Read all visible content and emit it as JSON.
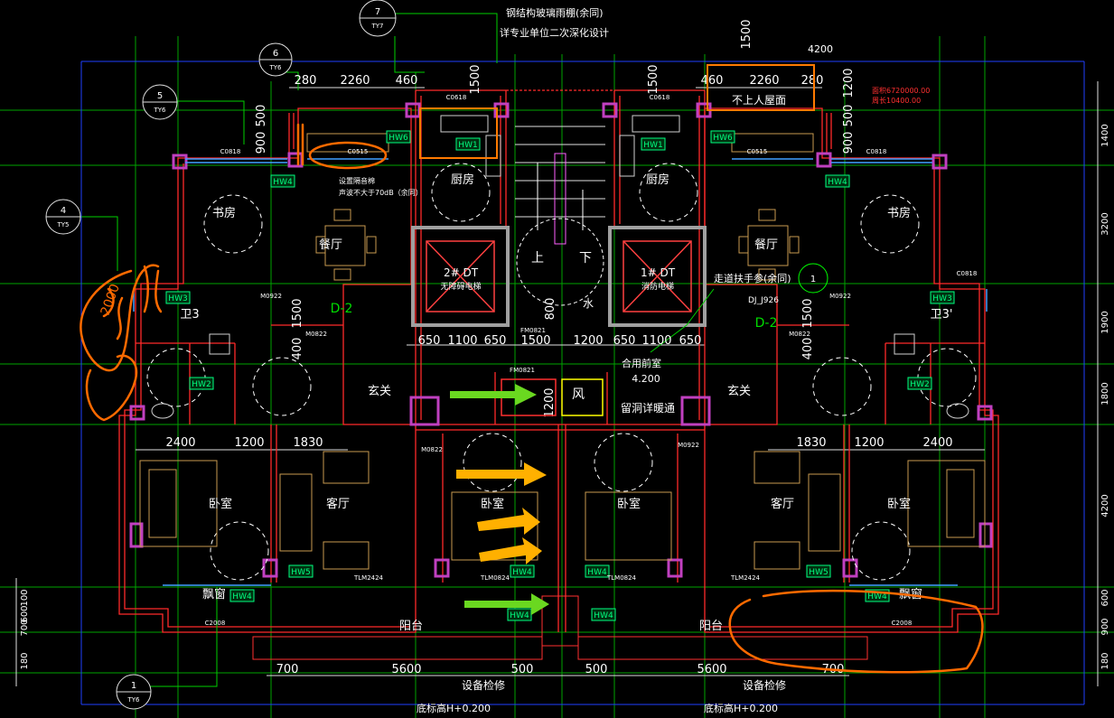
{
  "colors": {
    "background": "#000000",
    "wall": "#ff2020",
    "axis": "#00cc00",
    "dimension": "#ffffff",
    "furniture": "#c8a060",
    "column": "#b040b0",
    "window": "#40a0ff",
    "tag": "#00ff80",
    "markup_orange": "#ff6a00",
    "arrow_green": "#66e020",
    "arrow_yellow": "#ffb000"
  },
  "notes": {
    "canopy": "钢结构玻璃雨棚(余同)",
    "design": "详专业单位二次深化设计",
    "handrail": "走道扶手参(余同)",
    "handrail_ref": "DJ_J926",
    "no_roof": "不上人屋面",
    "fan_note": "留洞详暖通",
    "coords1": "面积6720000.00",
    "coords2": "周长10400.00",
    "stove_note": "设置隔音棉",
    "stove_note2": "声波不大于70dB（余同）"
  },
  "rooms": {
    "kitchen_l": "厨房",
    "kitchen_r": "厨房",
    "study_l": "书房",
    "study_r": "书房",
    "dining_l": "餐厅",
    "dining_r": "餐厅",
    "wc_l": "卫3",
    "wc_r": "卫3'",
    "foyer_l": "玄关",
    "foyer_r": "玄关",
    "bed1": "卧室",
    "bed2": "卧室",
    "bed3": "卧室",
    "bed4": "卧室",
    "living_l": "客厅",
    "living_r": "客厅",
    "balcony_l": "阳台",
    "balcony_r": "阳台",
    "bay_l": "飘窗",
    "bay_r": "飘窗",
    "lobby": "合用前室",
    "lobby_elev": "4.200",
    "well": "水",
    "fan": "风",
    "stair_up": "上",
    "stair_down": "下",
    "elev_l": "2# DT",
    "elev_l_sub": "无障碍电梯",
    "elev_r": "1# DT",
    "elev_r_sub": "消防电梯",
    "unit_l": "D-2",
    "unit_r": "D-2",
    "equip_l": "设备检修",
    "equip_r": "设备检修",
    "base_l": "底标高H+0.200",
    "base_r": "底标高H+0.200"
  },
  "dims": {
    "top_l": [
      "280",
      "2260",
      "460"
    ],
    "top_l_v": "1500",
    "top_r": [
      "460",
      "2260",
      "280"
    ],
    "top_r_v": "1500",
    "top_r_h": "4200",
    "top_r_v2": "1500",
    "side_l_v": [
      "900",
      "500"
    ],
    "side_r_v": [
      "900",
      "500",
      "1200"
    ],
    "mid_l": "1500",
    "mid_l2": "400",
    "mid_r": "1500",
    "mid_r2": "400",
    "core": [
      "650",
      "1100",
      "650",
      "1500",
      "1200",
      "650",
      "1100",
      "650"
    ],
    "core_v": "800",
    "fan_v": "1200",
    "bed_l": [
      "2400",
      "1200",
      "1830"
    ],
    "bed_r": [
      "1830",
      "1200",
      "2400"
    ],
    "bottom": [
      "700",
      "5600",
      "500",
      "500",
      "5600",
      "700"
    ],
    "right_side": [
      "1400",
      "3200",
      "1900",
      "1800",
      "4200",
      "600",
      "900",
      "180"
    ],
    "left_side": [
      "100",
      "600",
      "700",
      "180"
    ]
  },
  "axes": [
    {
      "num": "7",
      "ref": "TY7"
    },
    {
      "num": "6",
      "ref": "TY6"
    },
    {
      "num": "5",
      "ref": "TY6"
    },
    {
      "num": "4",
      "ref": "TY5"
    },
    {
      "num": "1",
      "ref": "TY6"
    },
    {
      "num": "1",
      "ref": ""
    }
  ],
  "tags": {
    "hw": [
      "HW1",
      "HW1",
      "HW6",
      "HW6",
      "HW4",
      "HW4",
      "HW3",
      "HW3",
      "HW2",
      "HW2",
      "HW5",
      "HW5",
      "HW4",
      "HW4",
      "HW4",
      "HW4",
      "HW4",
      "HW4"
    ],
    "c_codes": [
      "C0818",
      "C0515",
      "C0818",
      "C0515",
      "C0618",
      "C0618",
      "C2008",
      "C2008",
      "C0818"
    ],
    "door_codes": [
      "M0922",
      "M0822",
      "M0922",
      "FM0821",
      "FM0821",
      "M0822",
      "M0822",
      "M0922",
      "TLM2424",
      "TLM0824",
      "TLM0824",
      "TLM2424"
    ]
  },
  "markup_text": "2000"
}
